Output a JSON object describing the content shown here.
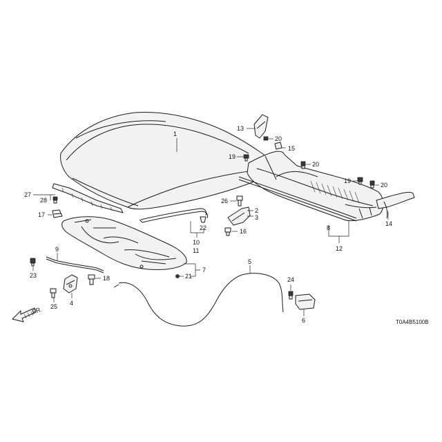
{
  "diagram": {
    "image_code": "T0A4B5100B",
    "direction_label": "FR.",
    "callouts": {
      "c1": "1",
      "c2": "2",
      "c3": "3",
      "c4": "4",
      "c5": "5",
      "c6": "6",
      "c7": "7",
      "c8": "8",
      "c9": "9",
      "c10": "10",
      "c11": "11",
      "c12": "12",
      "c13": "13",
      "c14": "14",
      "c15": "15",
      "c16": "16",
      "c17": "17",
      "c18": "18",
      "c19a": "19",
      "c19b": "19",
      "c20a": "20",
      "c20b": "20",
      "c20c": "20",
      "c21": "21",
      "c22": "22",
      "c23": "23",
      "c24": "24",
      "c25": "25",
      "c26": "26",
      "c27": "27",
      "c28": "28"
    }
  }
}
